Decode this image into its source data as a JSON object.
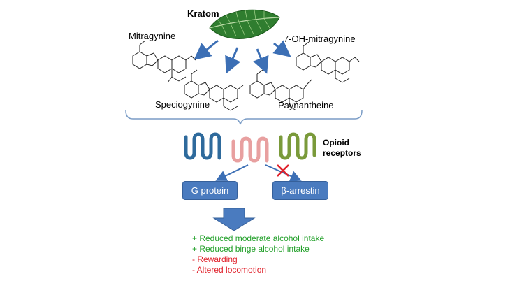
{
  "plant": {
    "label": "Kratom",
    "leaf_icon": "leaf-icon",
    "leaf_color": "#2f7d2f"
  },
  "compounds": {
    "mitragynine": "Mitragynine",
    "oh_mitragynine": "7-OH-mitragynine",
    "speciogynine": "Speciogynine",
    "paynantheine": "Paynantheine"
  },
  "receptors": {
    "label": "Opioid receptors",
    "label_line1": "Opioid",
    "label_line2": "receptors",
    "colors": [
      "#2e6a9c",
      "#e8a0a0",
      "#7a9a3a"
    ]
  },
  "pathways": {
    "g_protein": "G protein",
    "beta_arrestin": "β-arrestin",
    "blocked_icon": "cross-icon",
    "box_color": "#4a7bbf"
  },
  "outcomes": [
    {
      "text": "+ Reduced moderate alcohol intake",
      "color": "#22a02a"
    },
    {
      "text": "+ Reduced binge alcohol intake",
      "color": "#22a02a"
    },
    {
      "text": "- Rewarding",
      "color": "#e0202a"
    },
    {
      "text": "- Altered locomotion",
      "color": "#e0202a"
    }
  ],
  "colors": {
    "arrow": "#3c6fb5",
    "brace": "#7a9cc6",
    "big_arrow": "#4a7bbf"
  }
}
